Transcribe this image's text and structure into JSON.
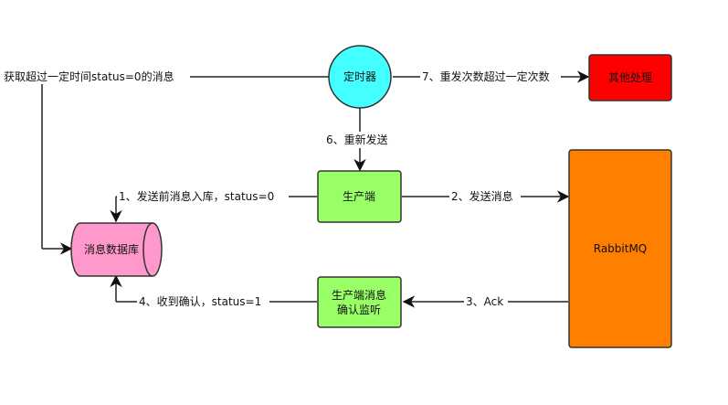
{
  "nodes": {
    "timer": {
      "label": "定时器",
      "color": "#44ffff"
    },
    "other": {
      "label": "其他处理",
      "color": "#ff0000"
    },
    "producer": {
      "label": "生产端",
      "color": "#99ff66"
    },
    "listener": {
      "line1": "生产端消息",
      "line2": "确认监听",
      "color": "#99ff66"
    },
    "rabbitmq": {
      "label": "RabbitMQ",
      "color": "#ff8000"
    },
    "db": {
      "label": "消息数据库",
      "color": "#ff99cc"
    }
  },
  "edges": {
    "fetch": "获取超过一定时间status=0的消息",
    "retry_limit": "7、重发次数超过一定次数",
    "resend": "6、重新发送",
    "store": "1、发送前消息入库，status=0",
    "send": "2、发送消息",
    "ack": "3、Ack",
    "confirm": "4、收到确认，status=1"
  }
}
